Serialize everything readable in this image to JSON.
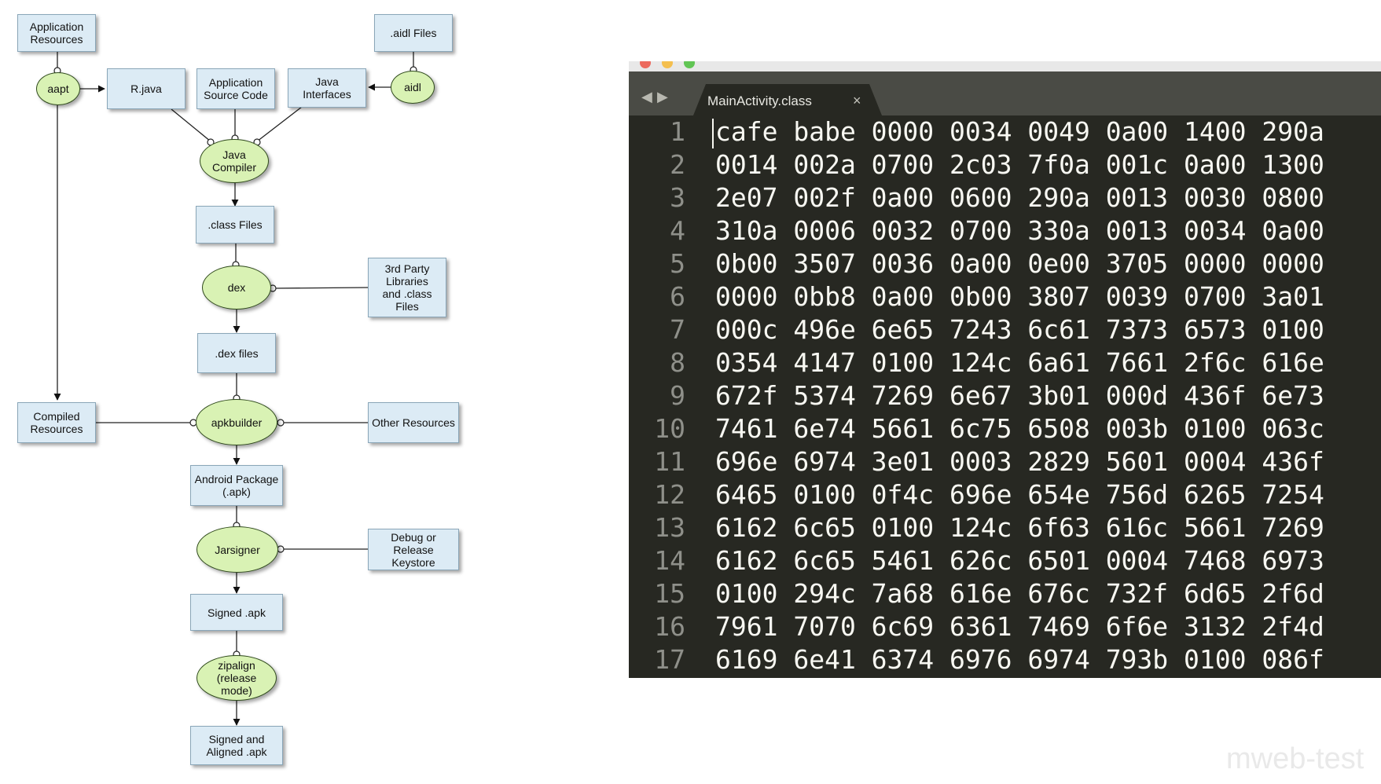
{
  "diagram": {
    "nodes": {
      "app_resources": "Application\nResources",
      "aidl_files": ".aidl Files",
      "aapt": "aapt",
      "rjava": "R.java",
      "app_source": "Application\nSource Code",
      "java_interfaces": "Java\nInterfaces",
      "aidl": "aidl",
      "java_compiler": "Java\nCompiler",
      "class_files": ".class Files",
      "dex": "dex",
      "third_party": "3rd Party\nLibraries\nand .class\nFiles",
      "dex_files": ".dex files",
      "compiled_resources": "Compiled\nResources",
      "apkbuilder": "apkbuilder",
      "other_resources": "Other Resources",
      "android_package": "Android Package\n(.apk)",
      "jarsigner": "Jarsigner",
      "keystore": "Debug or\nRelease\nKeystore",
      "signed_apk": "Signed .apk",
      "zipalign": "zipalign\n(release\nmode)",
      "signed_aligned": "Signed and\nAligned .apk"
    }
  },
  "editor": {
    "tab_label": "MainActivity.class",
    "close_glyph": "×",
    "nav_back": "◀",
    "nav_forward": "▶",
    "colors": {
      "background": "#272822",
      "text": "#f8f8f2",
      "gutter": "#8f908a"
    },
    "lines": [
      {
        "n": "1",
        "text": "cafe babe 0000 0034 0049 0a00 1400 290a"
      },
      {
        "n": "2",
        "text": "0014 002a 0700 2c03 7f0a 001c 0a00 1300"
      },
      {
        "n": "3",
        "text": "2e07 002f 0a00 0600 290a 0013 0030 0800"
      },
      {
        "n": "4",
        "text": "310a 0006 0032 0700 330a 0013 0034 0a00"
      },
      {
        "n": "5",
        "text": "0b00 3507 0036 0a00 0e00 3705 0000 0000"
      },
      {
        "n": "6",
        "text": "0000 0bb8 0a00 0b00 3807 0039 0700 3a01"
      },
      {
        "n": "7",
        "text": "000c 496e 6e65 7243 6c61 7373 6573 0100"
      },
      {
        "n": "8",
        "text": "0354 4147 0100 124c 6a61 7661 2f6c 616e"
      },
      {
        "n": "9",
        "text": "672f 5374 7269 6e67 3b01 000d 436f 6e73"
      },
      {
        "n": "10",
        "text": "7461 6e74 5661 6c75 6508 003b 0100 063c"
      },
      {
        "n": "11",
        "text": "696e 6974 3e01 0003 2829 5601 0004 436f"
      },
      {
        "n": "12",
        "text": "6465 0100 0f4c 696e 654e 756d 6265 7254"
      },
      {
        "n": "13",
        "text": "6162 6c65 0100 124c 6f63 616c 5661 7269"
      },
      {
        "n": "14",
        "text": "6162 6c65 5461 626c 6501 0004 7468 6973"
      },
      {
        "n": "15",
        "text": "0100 294c 7a68 616e 676c 732f 6d65 2f6d"
      },
      {
        "n": "16",
        "text": "7961 7070 6c69 6361 7469 6f6e 3132 2f4d"
      },
      {
        "n": "17",
        "text": "6169 6e41 6374 6976 6974 793b 0100 086f"
      }
    ]
  },
  "watermark": "mweb-test"
}
